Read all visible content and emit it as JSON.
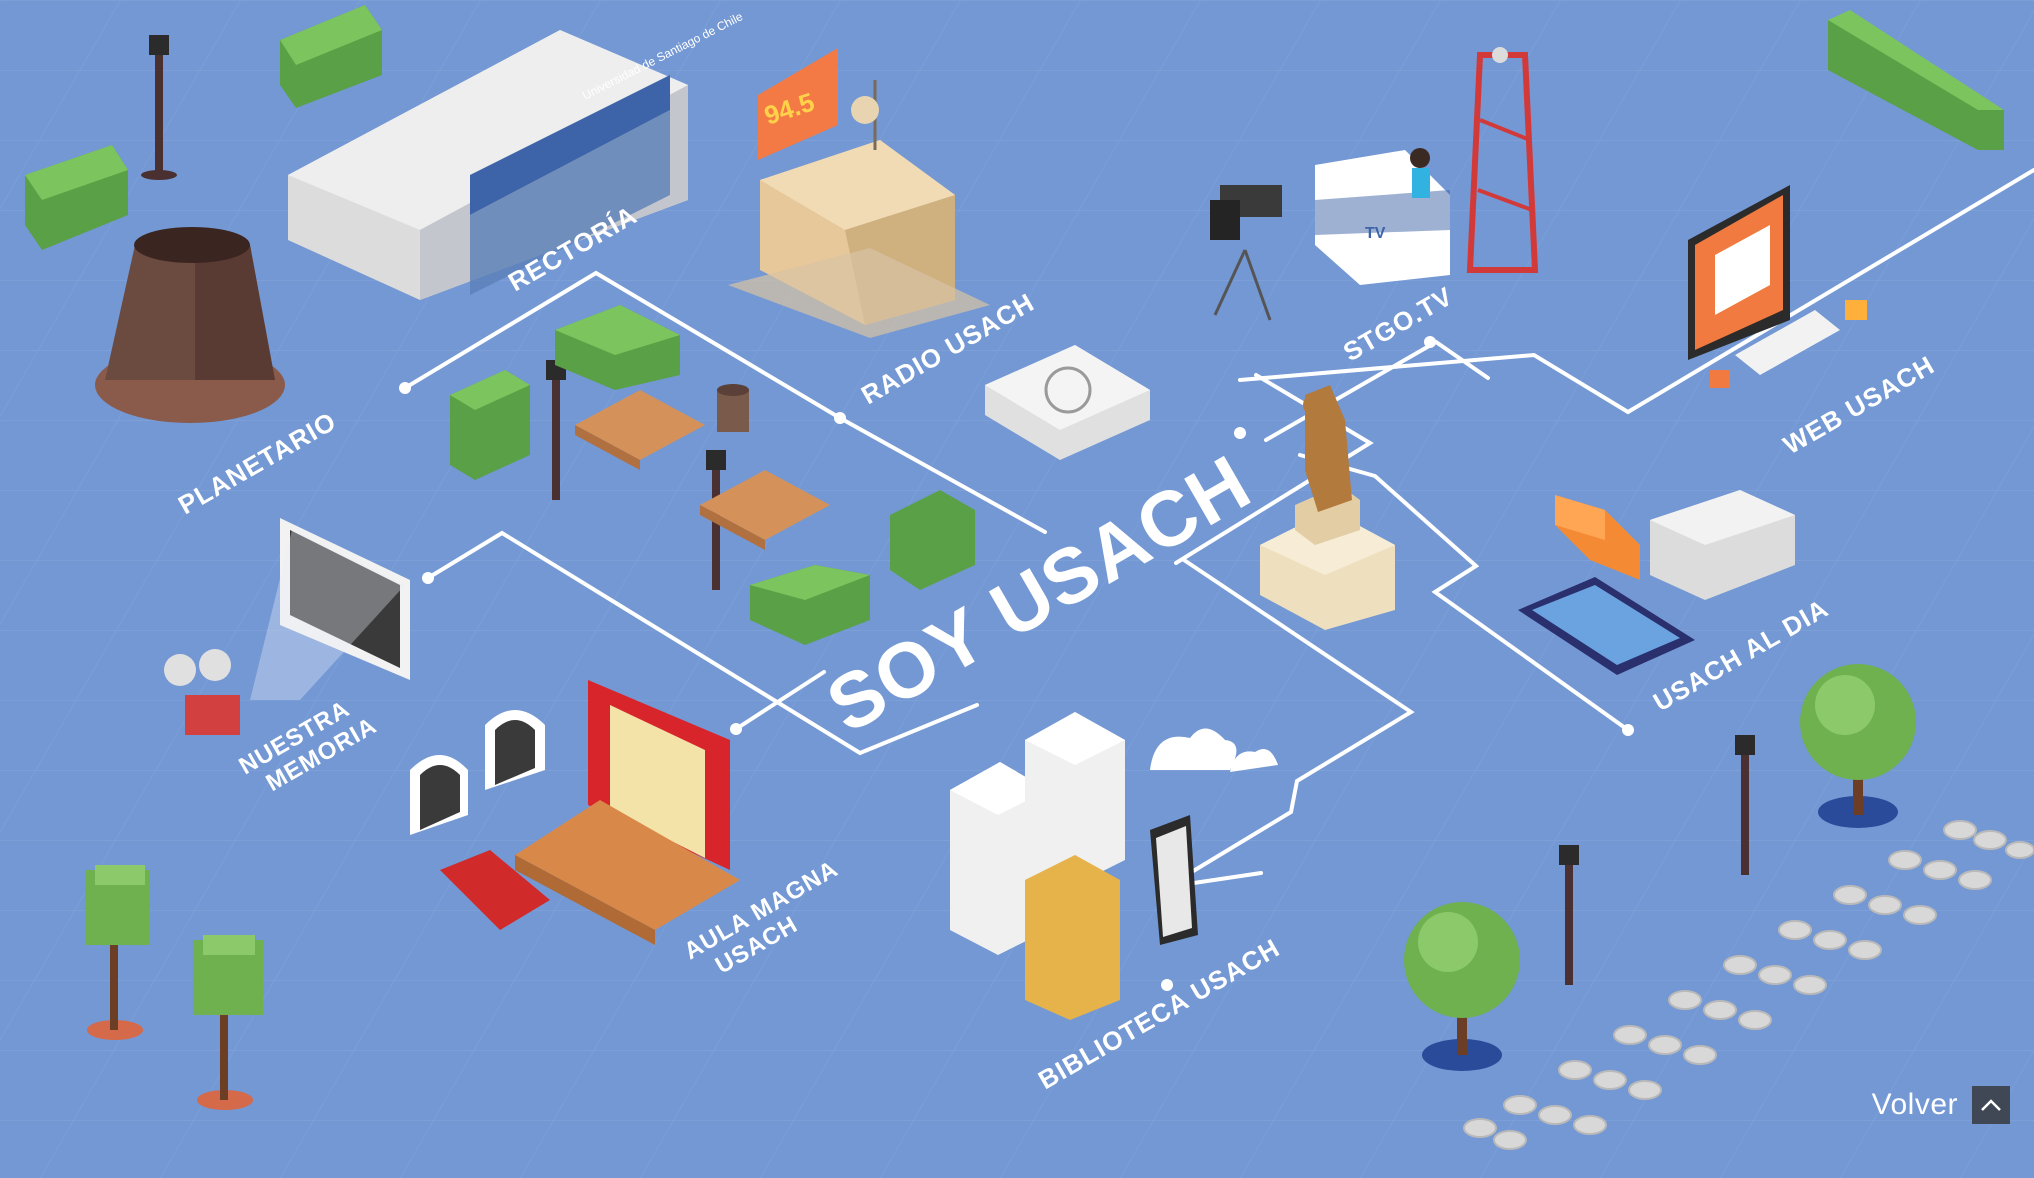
{
  "title": "SOY USACH",
  "sections": {
    "rectoria": "RECTORÍA",
    "radio": "RADIO USACH",
    "stgo": "STGO.TV",
    "web": "WEB USACH",
    "planetario": "PLANETARIO",
    "nuestra_line1": "NUESTRA",
    "nuestra_line2": "MEMORIA",
    "usach_al_dia": "USACH AL DIA",
    "aula_line1": "AULA MAGNA",
    "aula_line2": "USACH",
    "biblioteca": "BIBLIOTECA USACH"
  },
  "radio_sign": "94.5",
  "building_sign": "Universidad de Santiago de Chile",
  "tv_desk": "TV",
  "volver": {
    "label": "Volver",
    "icon": "chevron-up-icon"
  },
  "colors": {
    "background": "#7398d4",
    "lines": "#ffffff",
    "button": "#3f4854"
  }
}
